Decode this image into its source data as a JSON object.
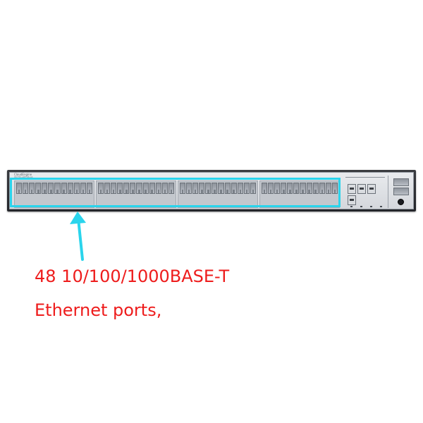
{
  "device": {
    "brand_text": "CloudEngine",
    "model_text": "S5735-L48T4S-A1",
    "port_groups": 4,
    "ports_per_group": 12,
    "sfp_ports": 4
  },
  "colors": {
    "highlight": "#2ad4ec",
    "arrow": "#2ad4ec",
    "caption": "#ee1c1c"
  },
  "caption": {
    "line1": "48 10/100/1000BASE-T",
    "line2": "Ethernet ports,"
  }
}
